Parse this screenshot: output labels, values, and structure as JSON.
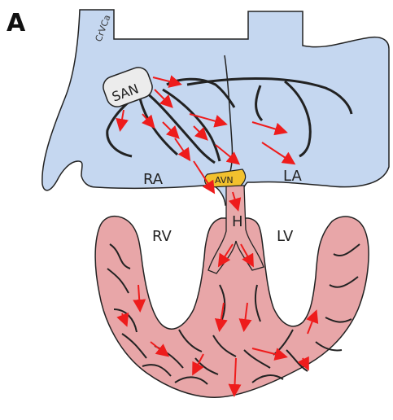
{
  "panel_letter": "A",
  "labels": {
    "crvca": "CrVCa",
    "san": "SAN",
    "avn": "AVN",
    "ra": "RA",
    "la": "LA",
    "his": "H",
    "rv": "RV",
    "lv": "LV"
  },
  "colors": {
    "atria_fill": "#c5d7f0",
    "ventricle_fill": "#e8a6a8",
    "conduction_fill": "#e7a9aa",
    "avn_fill": "#f2c12e",
    "san_fill": "#ececec",
    "arrow": "#ee1c1c",
    "stroke": "#222222"
  }
}
